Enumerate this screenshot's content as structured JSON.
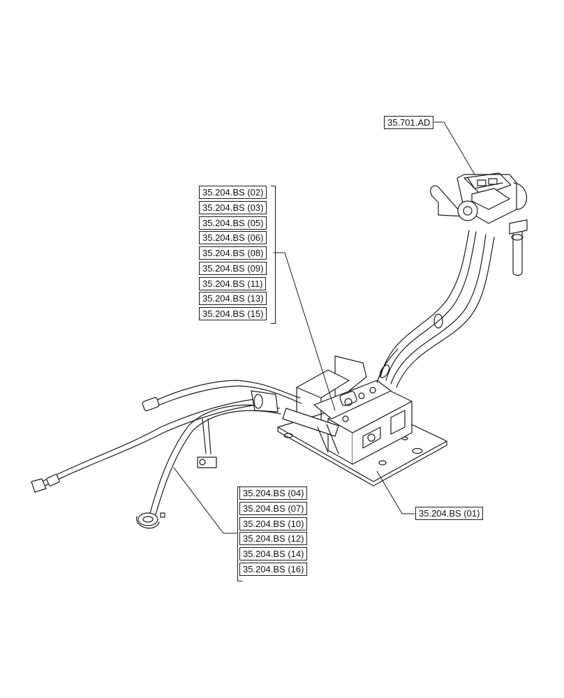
{
  "labels": {
    "top_ref": "35.701.AD",
    "base_ref": "35.204.BS (01)",
    "group_upper": [
      "35.204.BS (02)",
      "35.204.BS (03)",
      "35.204.BS (05)",
      "35.204.BS (06)",
      "35.204.BS (08)",
      "35.204.BS (09)",
      "35.204.BS (11)",
      "35.204.BS (13)",
      "35.204.BS (15)"
    ],
    "group_lower": [
      "35.204.BS (04)",
      "35.204.BS (07)",
      "35.204.BS (10)",
      "35.204.BS (12)",
      "35.204.BS (14)",
      "35.204.BS (16)"
    ]
  }
}
